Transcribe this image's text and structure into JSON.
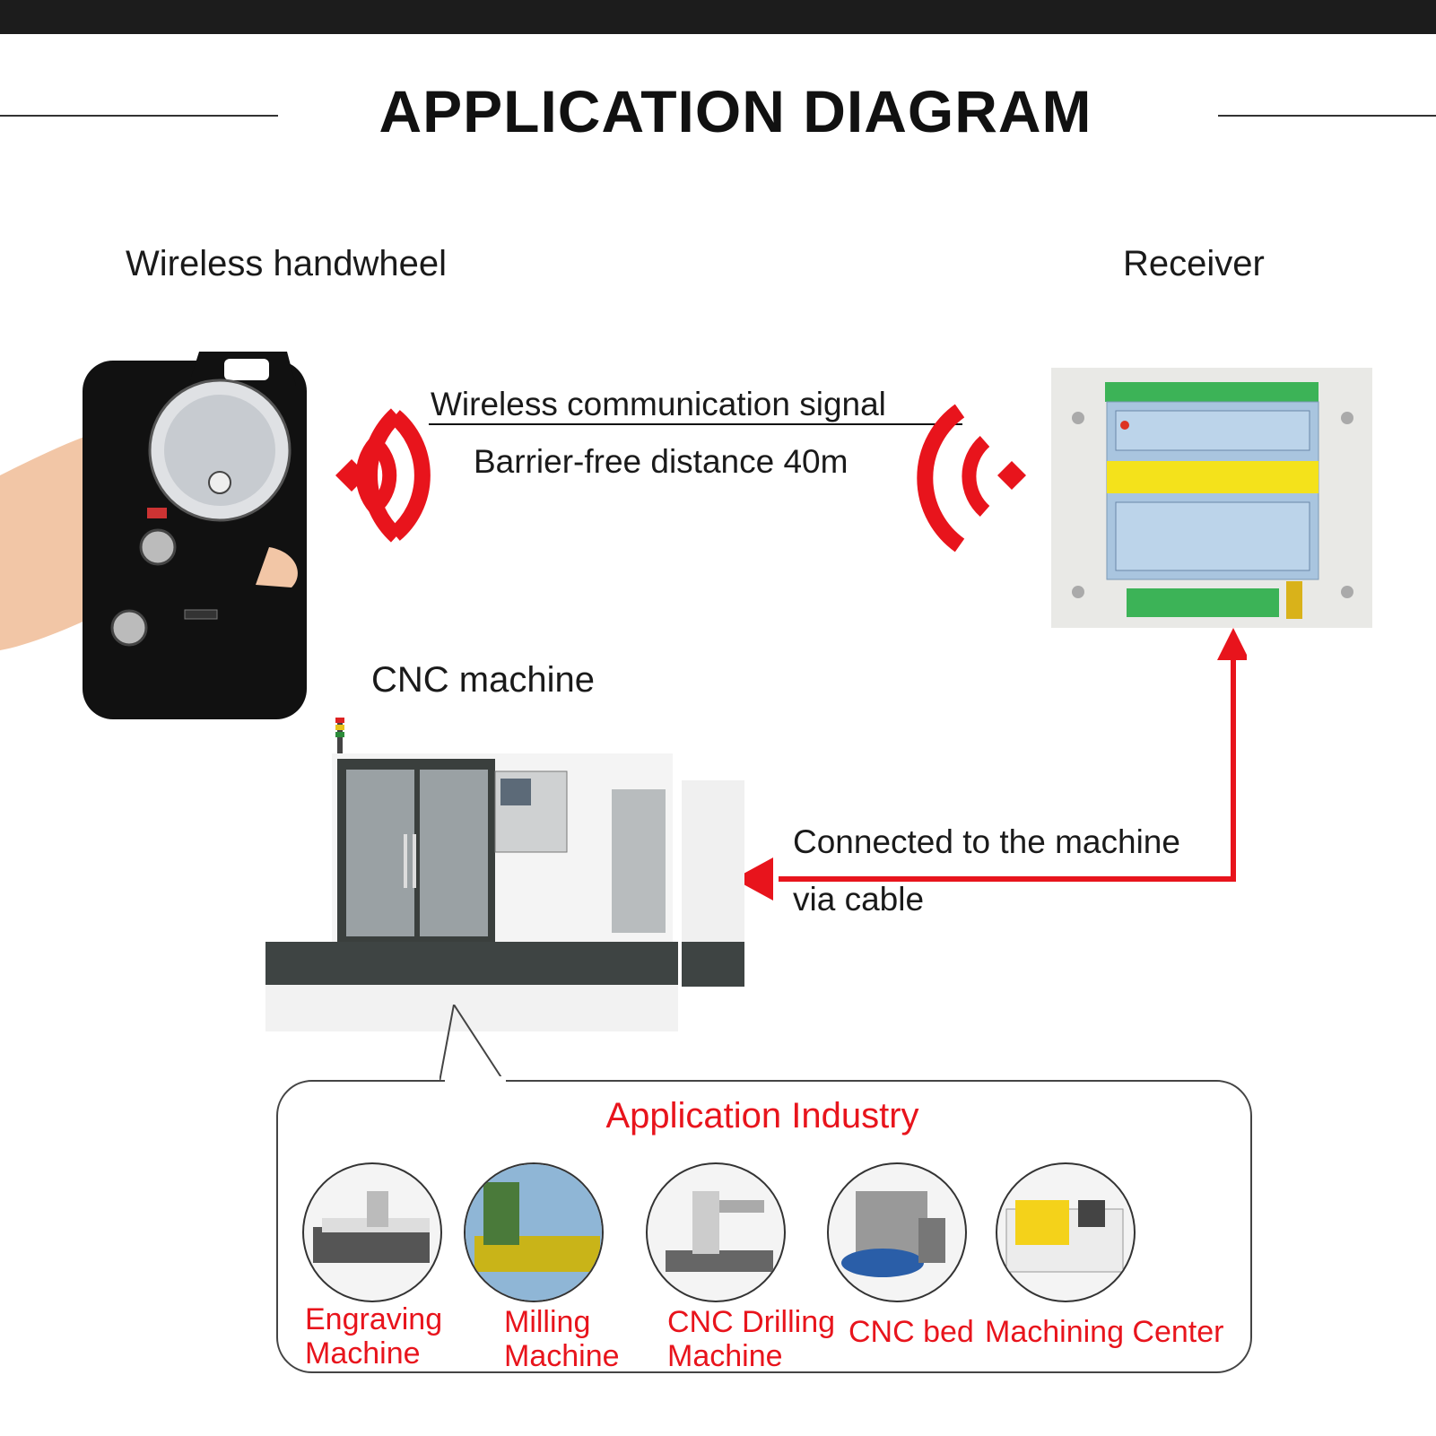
{
  "title": "APPLICATION DIAGRAM",
  "labels": {
    "handwheel": "Wireless handwheel",
    "receiver": "Receiver",
    "signal": "Wireless communication signal",
    "distance": "Barrier-free distance 40m",
    "cnc_machine": "CNC machine",
    "connected_line1": "Connected to the machine",
    "connected_line2": "via cable"
  },
  "industry": {
    "title": "Application Industry",
    "items": [
      {
        "line1": "Engraving",
        "line2": "Machine"
      },
      {
        "line1": "Milling",
        "line2": "Machine"
      },
      {
        "line1": "CNC Drilling",
        "line2": "Machine"
      },
      {
        "line1": "CNC bed",
        "line2": ""
      },
      {
        "line1": "Machining Center",
        "line2": ""
      }
    ]
  },
  "colors": {
    "accent_red": "#e8141c",
    "top_bar": "#1c1c1c",
    "receiver_blue": "#a9c5df",
    "receiver_yellow": "#f4e21b",
    "terminal_green": "#3cb357"
  },
  "icons": [
    "wireless-signal-icon",
    "arrow-up-icon",
    "arrow-left-icon"
  ]
}
